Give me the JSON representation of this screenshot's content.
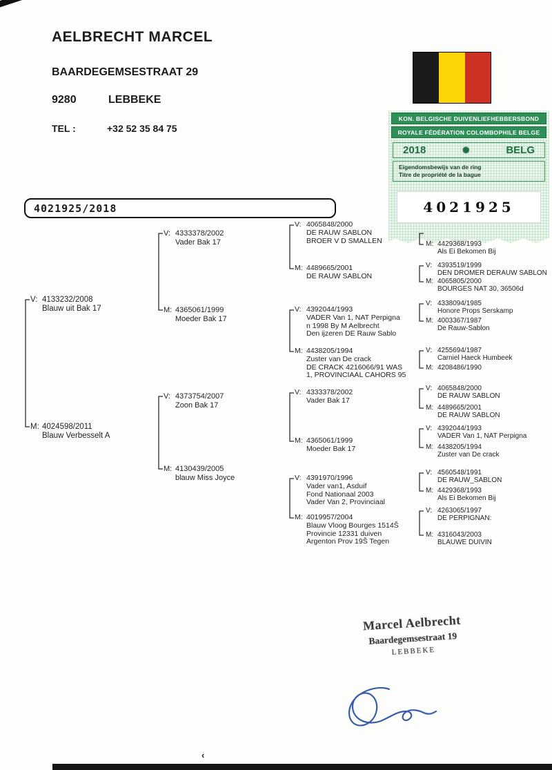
{
  "owner": {
    "name": "AELBRECHT MARCEL",
    "street": "BAARDEGEMSESTRAAT 29",
    "postal": "9280",
    "city": "LEBBEKE",
    "tel_label": "TEL :",
    "tel": "+32 52 35 84 75"
  },
  "ring_box": "4021925/2018",
  "federation_stamp": {
    "title_nl": "KON. BELGISCHE DUIVENLIEFHEBBERSBOND",
    "title_fr": "ROYALE FÉDÉRATION COLOMBOPHILE BELGE",
    "year": "2018",
    "country": "BELG",
    "emblem_glyph": "✺",
    "ownership_nl": "Eigendomsbewijs van de ring",
    "ownership_fr": "Titre de propriété de la bague",
    "ring_number": "4021925"
  },
  "pedigree": {
    "gen1": [
      {
        "sex": "V:",
        "ring": "4133232/2008",
        "desc": "Blauw uit Bak 17"
      },
      {
        "sex": "M:",
        "ring": "4024598/2011",
        "desc": "Blauw Verbesselt A"
      }
    ],
    "gen2": [
      {
        "sex": "V:",
        "ring": "4333378/2002",
        "desc": "Vader Bak 17"
      },
      {
        "sex": "M:",
        "ring": "4365061/1999",
        "desc": "Moeder Bak 17"
      },
      {
        "sex": "V:",
        "ring": "4373754/2007",
        "desc": "Zoon Bak 17"
      },
      {
        "sex": "M:",
        "ring": "4130439/2005",
        "desc": "blauw Miss Joyce"
      }
    ],
    "gen3": [
      {
        "sex": "V:",
        "ring": "4065848/2000",
        "desc": "DE RAUW SABLON\nBROER V D SMALLEN"
      },
      {
        "sex": "M:",
        "ring": "4489665/2001",
        "desc": "DE RAUW SABLON"
      },
      {
        "sex": "V:",
        "ring": "4392044/1993",
        "desc": "VADER Van 1, NAT Perpigna\nn 1998 By M Aelbrecht\nDen ijzeren DE Rauw Sablo"
      },
      {
        "sex": "M:",
        "ring": "4438205/1994",
        "desc": "Zuster van De crack\nDE CRACK 4216066/91 WAS\n1, PROVINCIAAL CAHORS 95"
      },
      {
        "sex": "V:",
        "ring": "4333378/2002",
        "desc": "Vader Bak 17"
      },
      {
        "sex": "M:",
        "ring": "4365061/1999",
        "desc": "Moeder Bak 17"
      },
      {
        "sex": "V:",
        "ring": "4391970/1996",
        "desc": "Vader van1, Asduif\nFond Nationaal 2003\nVader Van 2, Provinciaal"
      },
      {
        "sex": "M:",
        "ring": "4019957/2004",
        "desc": "Blauw Vloog Bourges 1514Š\nProvincie 12331 duiven\nArgenton Prov 19Š Tegen"
      }
    ],
    "gen4": [
      {
        "sex": "M:",
        "ring": "4429368/1993",
        "desc": "Als Ei Bekomen Bij"
      },
      {
        "sex": "V:",
        "ring": "4393519/1999",
        "desc": "DEN DROMER DERAUW SABLON"
      },
      {
        "sex": "M:",
        "ring": "4065805/2000",
        "desc": "BOURGES NAT 30, 36506d"
      },
      {
        "sex": "V:",
        "ring": "4338094/1985",
        "desc": "Honore Props Serskamp"
      },
      {
        "sex": "M:",
        "ring": "4003367/1987",
        "desc": "De Rauw-Sablon"
      },
      {
        "sex": "V:",
        "ring": "4255694/1987",
        "desc": "Carniel Haeck Humbeek"
      },
      {
        "sex": "M:",
        "ring": "4208486/1990",
        "desc": ""
      },
      {
        "sex": "V:",
        "ring": "4065848/2000",
        "desc": "DE RAUW SABLON"
      },
      {
        "sex": "M:",
        "ring": "4489665/2001",
        "desc": "DE RAUW SABLON"
      },
      {
        "sex": "V:",
        "ring": "4392044/1993",
        "desc": "VADER Van 1, NAT Perpigna"
      },
      {
        "sex": "M:",
        "ring": "4438205/1994",
        "desc": "Zuster van De crack"
      },
      {
        "sex": "V:",
        "ring": "4560548/1991",
        "desc": "DE RAUW_SABLON"
      },
      {
        "sex": "M:",
        "ring": "4429368/1993",
        "desc": "Als Ei Bekomen Bij"
      },
      {
        "sex": "V:",
        "ring": "4263065/1997",
        "desc": "DE PERPIGNAN:"
      },
      {
        "sex": "M:",
        "ring": "4316043/2003",
        "desc": "BLAUWE DUIVIN"
      }
    ]
  },
  "owner_stamp": {
    "name": "Marcel Aelbrecht",
    "street": "Baardegemsestraat 19",
    "city": "LEBBEKE"
  },
  "scan_marks": {
    "bottom_glyph": "‹"
  },
  "colors": {
    "flag_black": "#1b1b1b",
    "flag_yellow": "#fdd506",
    "flag_red": "#cd3124",
    "stamp_green": "#2e8f57",
    "signature_blue": "#2e54a3"
  }
}
